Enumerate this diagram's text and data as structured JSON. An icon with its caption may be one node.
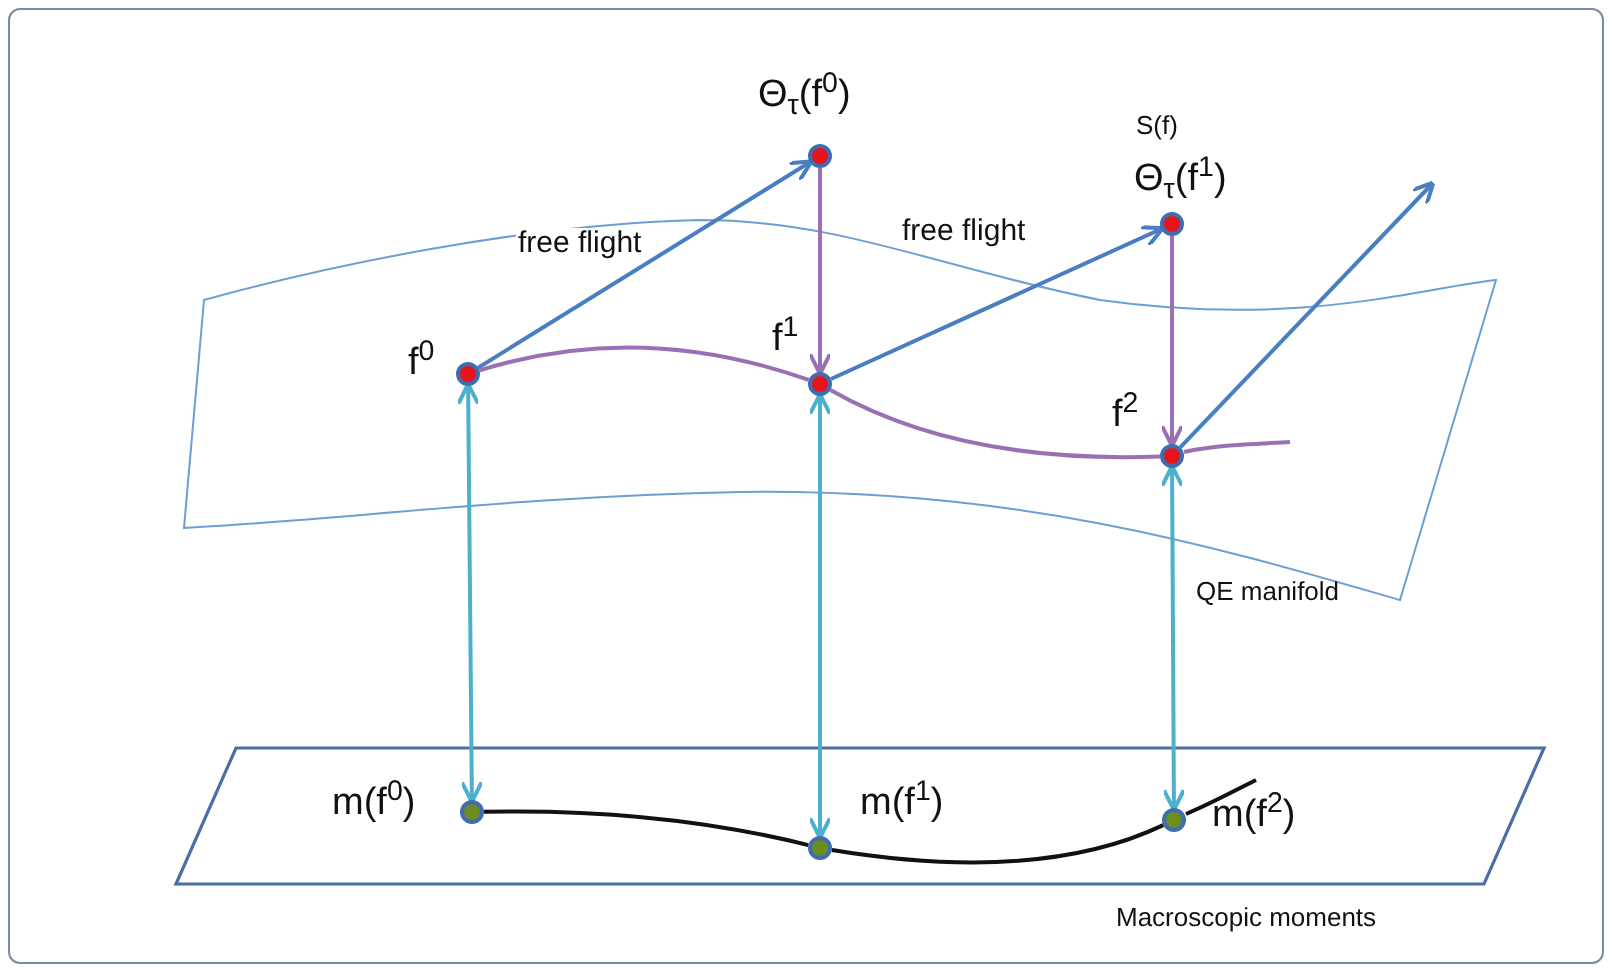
{
  "diagram": {
    "nodes": [
      {
        "text": [],
        "shape": "surface",
        "beside": [
          "QE manifold"
        ]
      },
      {
        "text": [],
        "shape": "plane",
        "beside": [
          "Macroscopic moments"
        ]
      },
      {
        "text": [],
        "shape": "circle",
        "beside": [
          "f$^{0}$"
        ],
        "in": 0
      },
      {
        "text": [],
        "shape": "circle",
        "beside": [
          "Θ$_{τ}$(f$^{0}$)"
        ]
      },
      {
        "text": [],
        "shape": "circle",
        "beside": [
          "f$^{1}$"
        ],
        "in": 0
      },
      {
        "text": [],
        "shape": "circle",
        "beside": [
          "Θ$_{τ}$(f$^{1}$)"
        ]
      },
      {
        "text": [],
        "shape": "circle",
        "beside": [
          "f$^{2}$"
        ],
        "in": 0
      },
      {
        "text": [],
        "shape": "circle",
        "beside": [
          "m(f$^{0}$)"
        ],
        "in": 1
      },
      {
        "text": [],
        "shape": "circle",
        "beside": [
          "m(f$^{1}$)"
        ],
        "in": 1
      },
      {
        "text": [],
        "shape": "circle",
        "beside": [
          "m(f$^{2}$)"
        ],
        "in": 1
      }
    ],
    "edges": [
      {
        "from": 2,
        "to": 3,
        "arrow": "to",
        "label": "free flight",
        "color": "#4a7ec2"
      },
      {
        "from": 3,
        "to": 4,
        "arrow": "to",
        "color": "#9a70b4"
      },
      {
        "from": 4,
        "to": 5,
        "arrow": "to",
        "label": "free flight",
        "color": "#4a7ec2"
      },
      {
        "from": 5,
        "to": 6,
        "arrow": "to",
        "color": "#9a70b4"
      },
      {
        "from": 6,
        "to": null,
        "arrow": "to",
        "color": "#4a7ec2"
      },
      {
        "from": 2,
        "to": 4,
        "arrow": "none",
        "color": "#9a70b4"
      },
      {
        "from": 4,
        "to": 6,
        "arrow": "none",
        "color": "#9a70b4"
      },
      {
        "from": 2,
        "to": 7,
        "arrow": "both",
        "color": "#4bb0cc"
      },
      {
        "from": 4,
        "to": 8,
        "arrow": "both",
        "color": "#4bb0cc"
      },
      {
        "from": 6,
        "to": 9,
        "arrow": "both",
        "color": "#4bb0cc"
      },
      {
        "from": 7,
        "to": 8,
        "arrow": "none",
        "color": "#111111"
      },
      {
        "from": 8,
        "to": 9,
        "arrow": "none",
        "color": "#111111"
      }
    ],
    "labels": [
      "S(f)"
    ]
  }
}
